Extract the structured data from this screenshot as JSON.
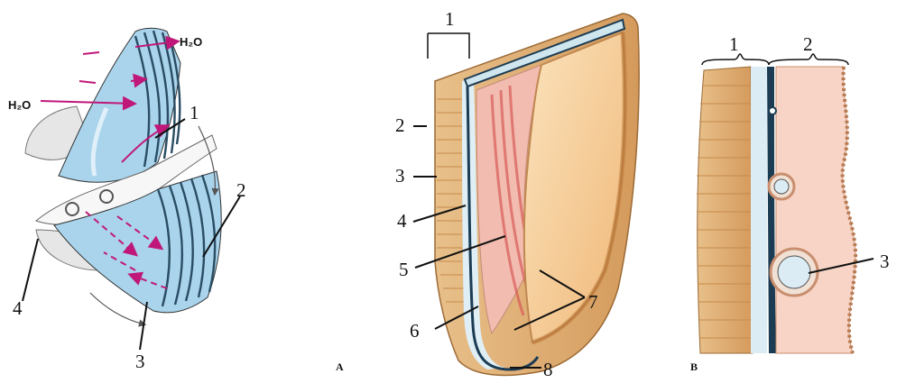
{
  "panel_a": {
    "labels": [
      "H₂O",
      "H₂O",
      "1",
      "2",
      "3",
      "4"
    ]
  },
  "panel_b": {
    "labels": [
      "1",
      "2",
      "3",
      "4",
      "5",
      "6",
      "7",
      "8"
    ],
    "letter": "A"
  },
  "panel_c": {
    "labels": [
      "1",
      "2",
      "3"
    ],
    "letter": "B"
  },
  "colors": {
    "gill_blue": "#a9d4ec",
    "arrow_magenta": "#c0187a",
    "tissue_tan": "#d9a56c",
    "cartilage_pink": "#f2c9b5",
    "membrane_dark": "#1c3c54"
  }
}
